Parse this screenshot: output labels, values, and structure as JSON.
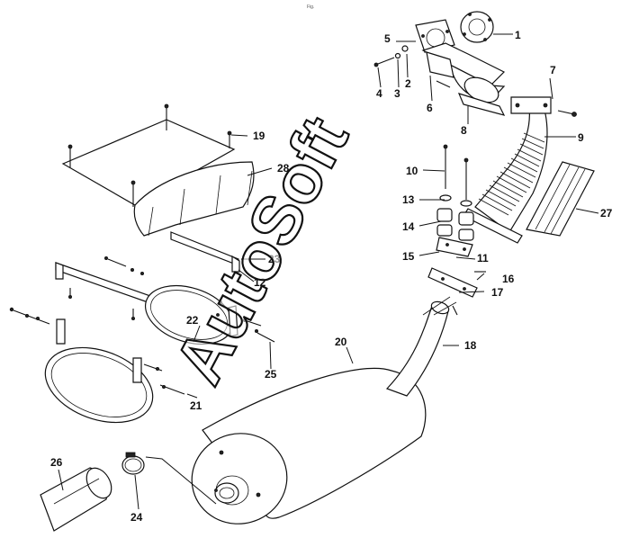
{
  "diagram": {
    "header_mark": "Fig.",
    "watermark": "AutoSoft",
    "labels": [
      "1",
      "2",
      "3",
      "4",
      "5",
      "6",
      "7",
      "8",
      "9",
      "10",
      "11",
      "12",
      "13",
      "14",
      "15",
      "16",
      "17",
      "18",
      "19",
      "20",
      "21",
      "22",
      "23",
      "24",
      "25",
      "26",
      "27",
      "28"
    ]
  }
}
